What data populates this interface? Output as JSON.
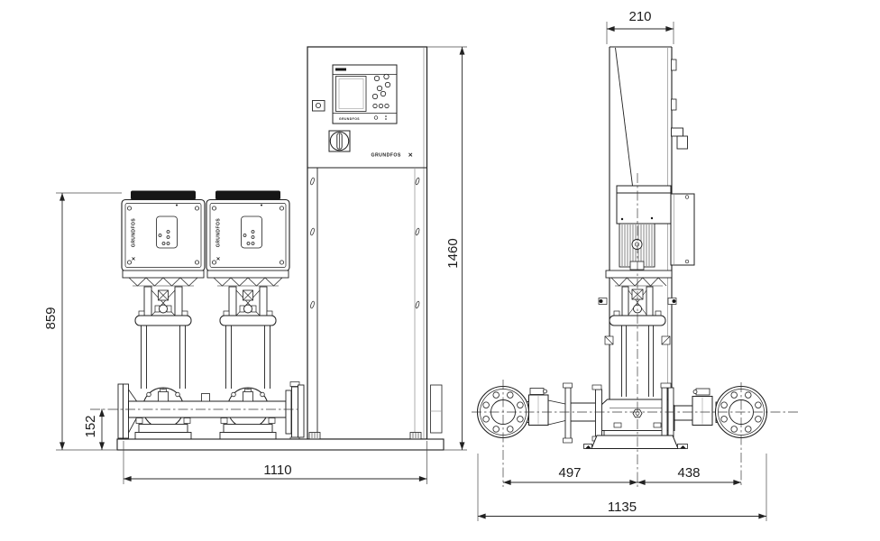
{
  "dimensions": {
    "front": {
      "pump_height": "859",
      "manifold_center_height": "152",
      "overall_length": "1110",
      "cabinet_height": "1460"
    },
    "side": {
      "cabinet_depth": "210",
      "suction_side": "497",
      "discharge_side": "438",
      "overall_width": "1135"
    }
  },
  "labels": {
    "brand": "GRUNDFOS",
    "brand_mark": "✕"
  },
  "colors": {
    "line": "#1f1f1f",
    "dim": "#2a2a2a",
    "muted": "#9a9a9a",
    "paper": "#ffffff"
  }
}
